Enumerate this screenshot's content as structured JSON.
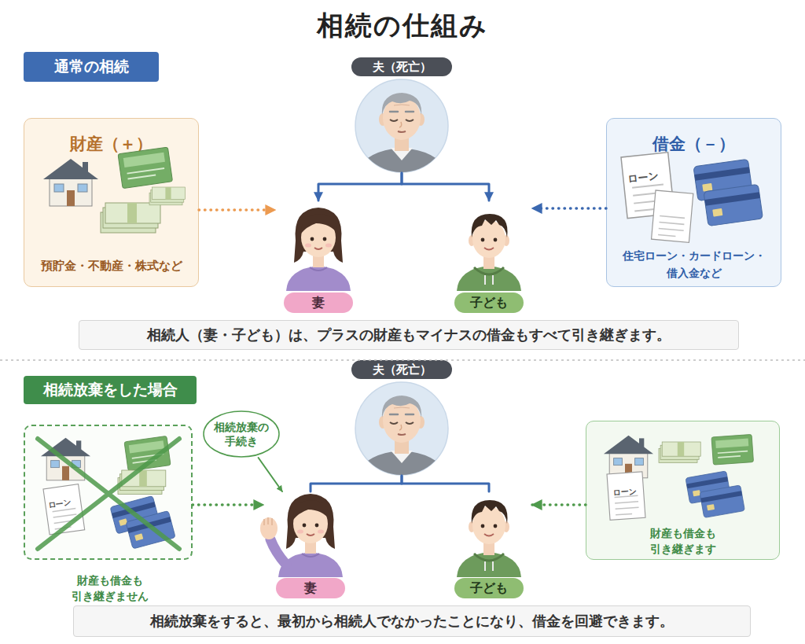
{
  "diagram": {
    "title": "相続の仕組み",
    "nodes": [
      {
        "text": [
          "通常の相続"
        ]
      },
      {
        "text": [
          "夫（死亡）"
        ]
      },
      {
        "text": [
          "財産（＋）",
          "預貯金・不動産・株式など"
        ]
      },
      {
        "text": [
          "借金（－）",
          "住宅ローン・カードローン・借入金など"
        ]
      },
      {
        "text": [
          "妻"
        ]
      },
      {
        "text": [
          "子ども"
        ]
      },
      {
        "text": [
          "相続人（妻・子ども）は、プラスの財産もマイナスの借金もすべて引き継ぎます。"
        ]
      },
      {
        "text": [
          "相続放棄をした場合"
        ]
      },
      {
        "text": [
          "夫（死亡）"
        ]
      },
      {
        "text": [
          "相続放棄の 手続き"
        ]
      },
      {
        "text": [
          "財産も借金も 引き継ぎません"
        ]
      },
      {
        "text": [
          "財産も借金も 引き継ぎます"
        ]
      },
      {
        "text": [
          "妻"
        ]
      },
      {
        "text": [
          "子ども"
        ]
      },
      {
        "text": [
          "相続放棄をすると、最初から相続人でなかったことになり、借金を回避できます。"
        ]
      }
    ],
    "edges": [
      {
        "from": 1,
        "to": 4,
        "arrow": "to"
      },
      {
        "from": 1,
        "to": 5,
        "arrow": "to"
      },
      {
        "from": 2,
        "to": 4,
        "arrow": "to"
      },
      {
        "from": 3,
        "to": 5,
        "arrow": "to"
      },
      {
        "from": 8,
        "to": 12,
        "arrow": "none"
      },
      {
        "from": 8,
        "to": 13,
        "arrow": "none"
      },
      {
        "from": 9,
        "to": 12,
        "arrow": "to"
      },
      {
        "from": 10,
        "to": 12,
        "arrow": "to"
      },
      {
        "from": 11,
        "to": 13,
        "arrow": "to"
      }
    ],
    "labels": [
      "ローン",
      "ローン",
      "ローン"
    ]
  }
}
